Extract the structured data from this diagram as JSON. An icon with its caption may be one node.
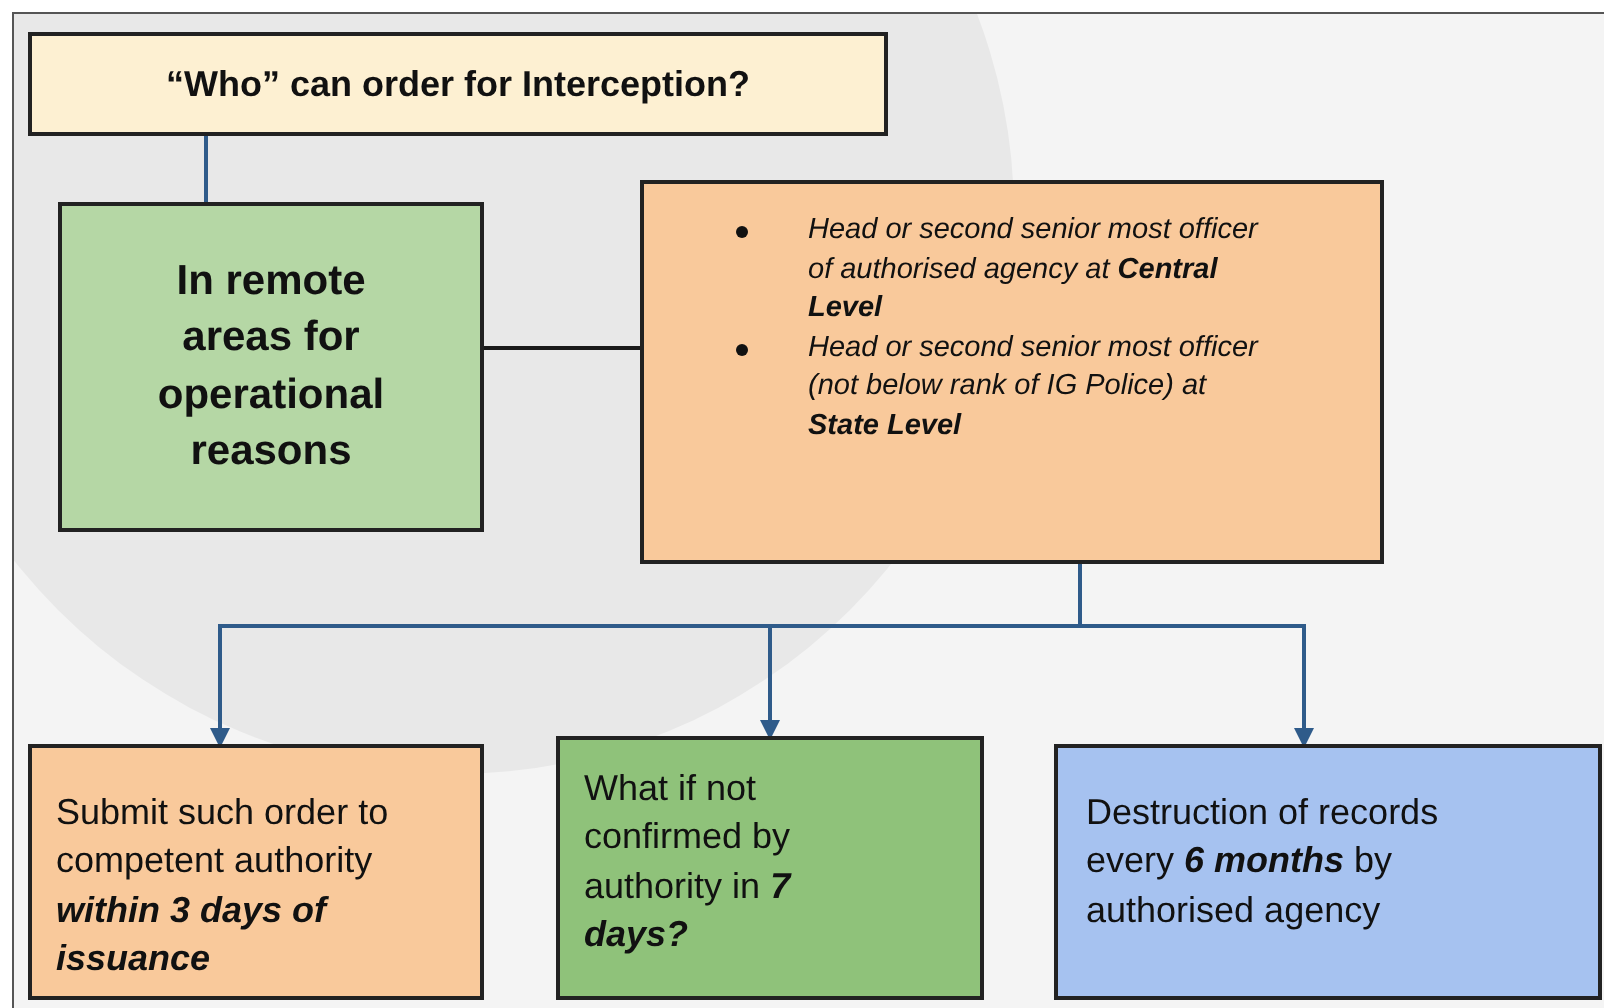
{
  "diagram": {
    "nodes": [
      {
        "text": [
          "“Who” can order for Interception?"
        ]
      },
      {
        "text": [
          "In remote areas for operational reasons"
        ]
      },
      {
        "text": [
          "Head or second senior most officer of authorised agency at **Central Level**",
          "Head or second senior most officer (not below rank of IG Police) at **State Level**"
        ]
      },
      {
        "text": [
          "Submit such order to competent authority **within 3 days of issuance**"
        ]
      },
      {
        "text": [
          "What if not confirmed by authority in **7 days?**"
        ]
      },
      {
        "text": [
          "Destruction of records every **6 months** by authorised agency"
        ]
      }
    ],
    "edges": [
      {
        "from": 0,
        "to": 1,
        "arrow": "none"
      },
      {
        "from": 1,
        "to": 2,
        "arrow": "none",
        "color": "#1a1a1a"
      },
      {
        "from": 2,
        "to": 3,
        "arrow": "to"
      },
      {
        "from": 2,
        "to": 4,
        "arrow": "to"
      },
      {
        "from": 2,
        "to": 5,
        "arrow": "to"
      }
    ]
  }
}
